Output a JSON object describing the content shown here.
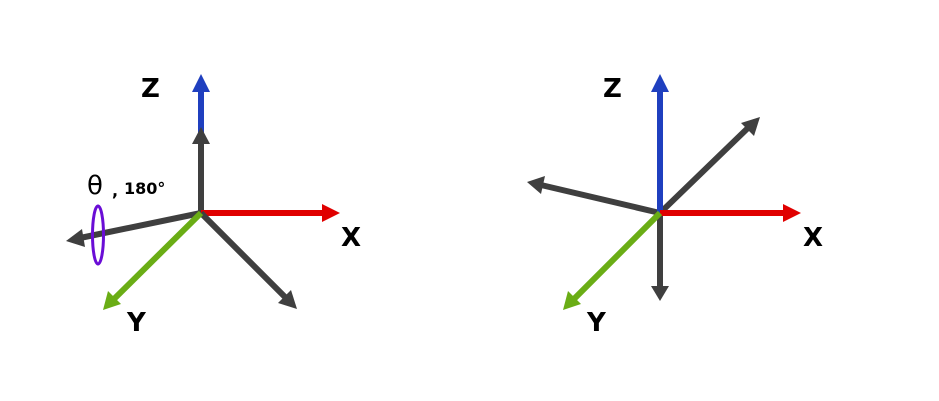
{
  "colors": {
    "x_axis": "#e00000",
    "y_axis": "#6aad15",
    "z_axis": "#1f3fbf",
    "rotated": "#3f3f3f",
    "rotation_marker": "#6a0dd6",
    "background": "#ffffff"
  },
  "left_frame": {
    "labels": {
      "z": "Z",
      "x": "X",
      "y": "Y"
    },
    "rotation": {
      "symbol": "θ",
      "separator": ",",
      "angle": "180°"
    }
  },
  "right_frame": {
    "labels": {
      "z": "Z",
      "x": "X",
      "y": "Y"
    }
  }
}
